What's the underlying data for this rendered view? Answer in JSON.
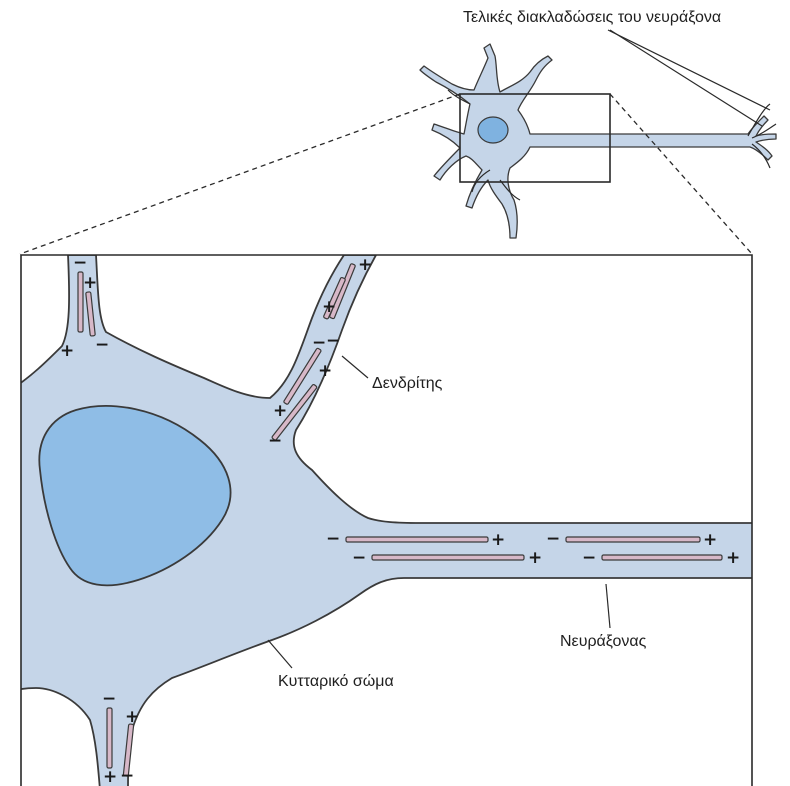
{
  "labels": {
    "axon_terminals": "Τελικές διακλαδώσεις του νευράξονα",
    "dendrite": "Δενδρίτης",
    "axon": "Νευράξονας",
    "cell_body": "Κυτταρικό σώμα"
  },
  "signs": {
    "plus": "+",
    "minus": "−"
  },
  "colors": {
    "cytoplasm": "#c5d5e8",
    "nucleus": "#8fbde6",
    "microtubule": "#d7b8c8",
    "outline": "#3a3a3a"
  }
}
